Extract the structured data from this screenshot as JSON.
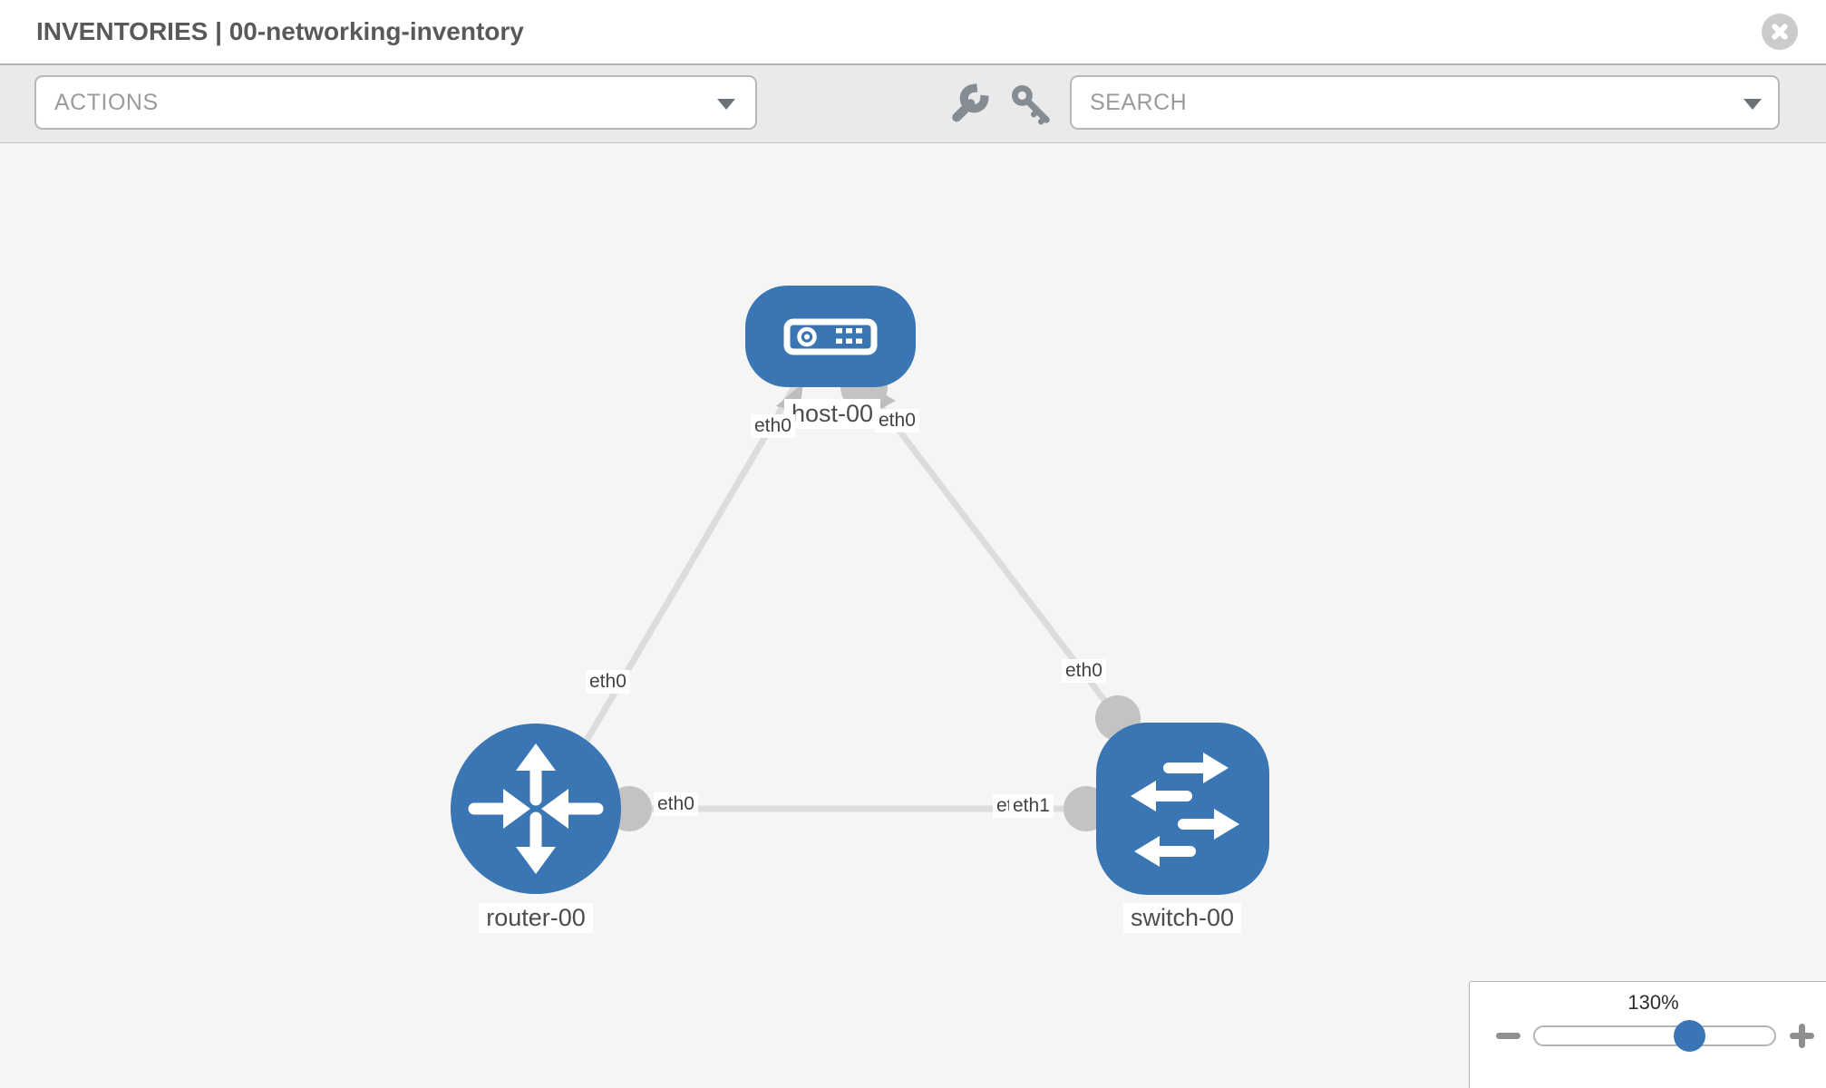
{
  "header": {
    "title": "INVENTORIES | 00-networking-inventory"
  },
  "toolbar": {
    "actions": {
      "label": "ACTIONS"
    },
    "search": {
      "placeholder": "SEARCH"
    },
    "tool_icons": [
      "wrench-icon",
      "key-icon"
    ]
  },
  "canvas": {
    "nodes": [
      {
        "label": "host-00",
        "type": "host",
        "icon": "host-icon"
      },
      {
        "label": "router-00",
        "type": "router",
        "icon": "router-icon"
      },
      {
        "label": "switch-00",
        "type": "switch",
        "icon": "switch-icon"
      }
    ],
    "interfaces": [
      {
        "text": "eth0"
      },
      {
        "text": "eth0"
      },
      {
        "text": "eth0"
      },
      {
        "text": "eth0"
      },
      {
        "text": "eth0"
      },
      {
        "text": "eth0"
      },
      {
        "text": "eth1"
      }
    ],
    "links": [
      {
        "from": "host-00",
        "from_interface": "eth0",
        "to": "router-00",
        "to_interface": "eth0"
      },
      {
        "from": "host-00",
        "from_interface": "eth0",
        "to": "switch-00",
        "to_interface": "eth0"
      },
      {
        "from": "router-00",
        "from_interface": "eth0",
        "to": "switch-00",
        "to_interface": "eth1"
      }
    ]
  },
  "zoom_control": {
    "percent": "130%"
  },
  "colors": {
    "node_blue": "#3b76b4",
    "link_gray": "#dcdcdc",
    "connector_gray": "#c3c3c3",
    "thumb_blue": "#3a76b5",
    "toolbar_bg": "#eaeaea",
    "canvas_bg": "#f5f5f5"
  }
}
